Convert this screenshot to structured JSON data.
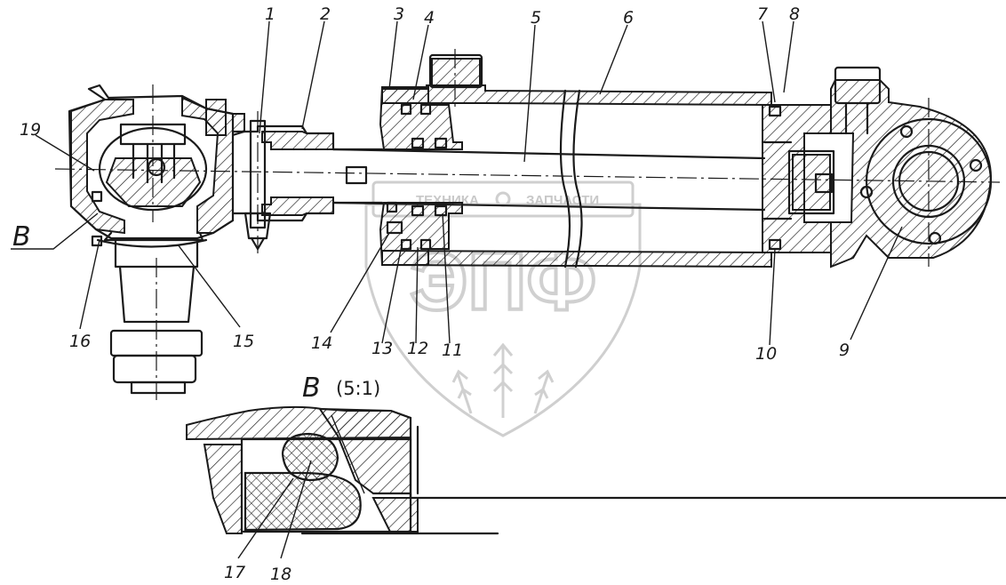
{
  "labels": {
    "p1": "1",
    "p2": "2",
    "p3": "3",
    "p4": "4",
    "p5": "5",
    "p6": "6",
    "p7": "7",
    "p8": "8",
    "p9": "9",
    "p10": "10",
    "p11": "11",
    "p12": "12",
    "p13": "13",
    "p14": "14",
    "p15": "15",
    "p16": "16",
    "p17": "17",
    "p18": "18",
    "p19": "19"
  },
  "view": {
    "letter": "В",
    "detail_letter": "В",
    "detail_scale": "(5:1)"
  },
  "watermark": {
    "brand": "ТЕХНИКА",
    "brand2": "ЗАПЧАСТИ",
    "logo": "ЭПФ"
  }
}
